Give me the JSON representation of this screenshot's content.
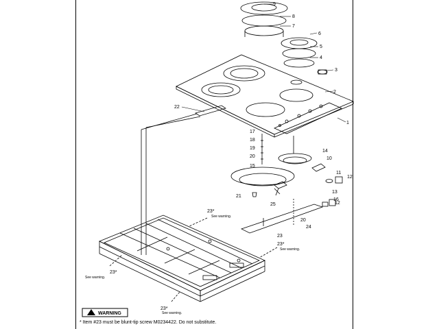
{
  "callouts": {
    "c1": "1",
    "c2": "2",
    "c3": "3",
    "c4": "4",
    "c5": "5",
    "c6": "6",
    "c7": "7",
    "c8": "8",
    "c9": "9",
    "c10": "10",
    "c11": "11",
    "c12a": "12",
    "c12b": "12",
    "c13": "13",
    "c14": "14",
    "c15": "15",
    "c16": "16",
    "c17": "17",
    "c18": "18",
    "c19": "19",
    "c20a": "20",
    "c20b": "20",
    "c21": "21",
    "c22": "22",
    "c23a": "23",
    "c24": "24",
    "c25": "25"
  },
  "warn_callouts": {
    "w1": "23*",
    "w2": "23*",
    "w3": "23*",
    "w4": "23*"
  },
  "see_warning": "See warning.",
  "warning_label": "WARNING",
  "footnote": "* Item #23 must be blunt-tip screw M0234422.  Do not substitute.",
  "colors": {
    "line": "#000000",
    "background": "#ffffff"
  }
}
